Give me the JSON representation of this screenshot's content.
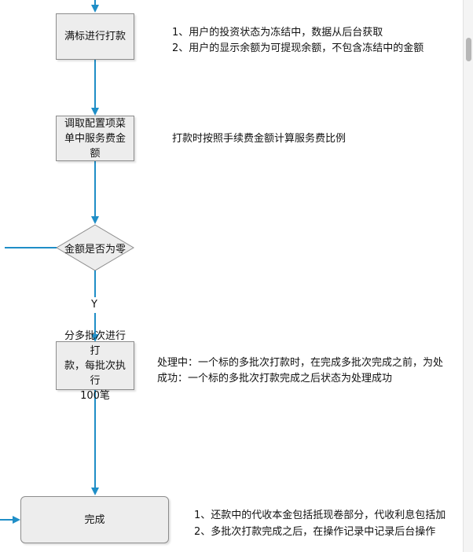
{
  "colors": {
    "connector": "#1f8ec7",
    "node_fill": "#ededed",
    "node_border": "#8c8c8c"
  },
  "nodes": {
    "full_bid": "满标进行打款",
    "fee_config": "调取配置项菜单中服务费金额",
    "decision": "金额是否为零",
    "batch_line1": "分多批次进行打",
    "batch_line2": "款，每批次执行",
    "batch_line3": "100笔",
    "complete": "完成"
  },
  "edge_labels": {
    "yes": "Y"
  },
  "notes": {
    "full_bid": [
      "1、用户的投资状态为冻结中，数据从后台获取",
      "2、用户的显示余额为可提现余额，不包含冻结中的金额"
    ],
    "fee_config": [
      "打款时按照手续费金额计算服务费比例"
    ],
    "batch": [
      "处理中：一个标的多批次打款时，在完成多批次完成之前，为处",
      "成功：一个标的多批次打款完成之后状态为处理成功"
    ],
    "complete": [
      "1、还款中的代收本金包括抵现卷部分，代收利息包括加",
      "2、多批次打款完成之后，在操作记录中记录后台操作"
    ]
  }
}
